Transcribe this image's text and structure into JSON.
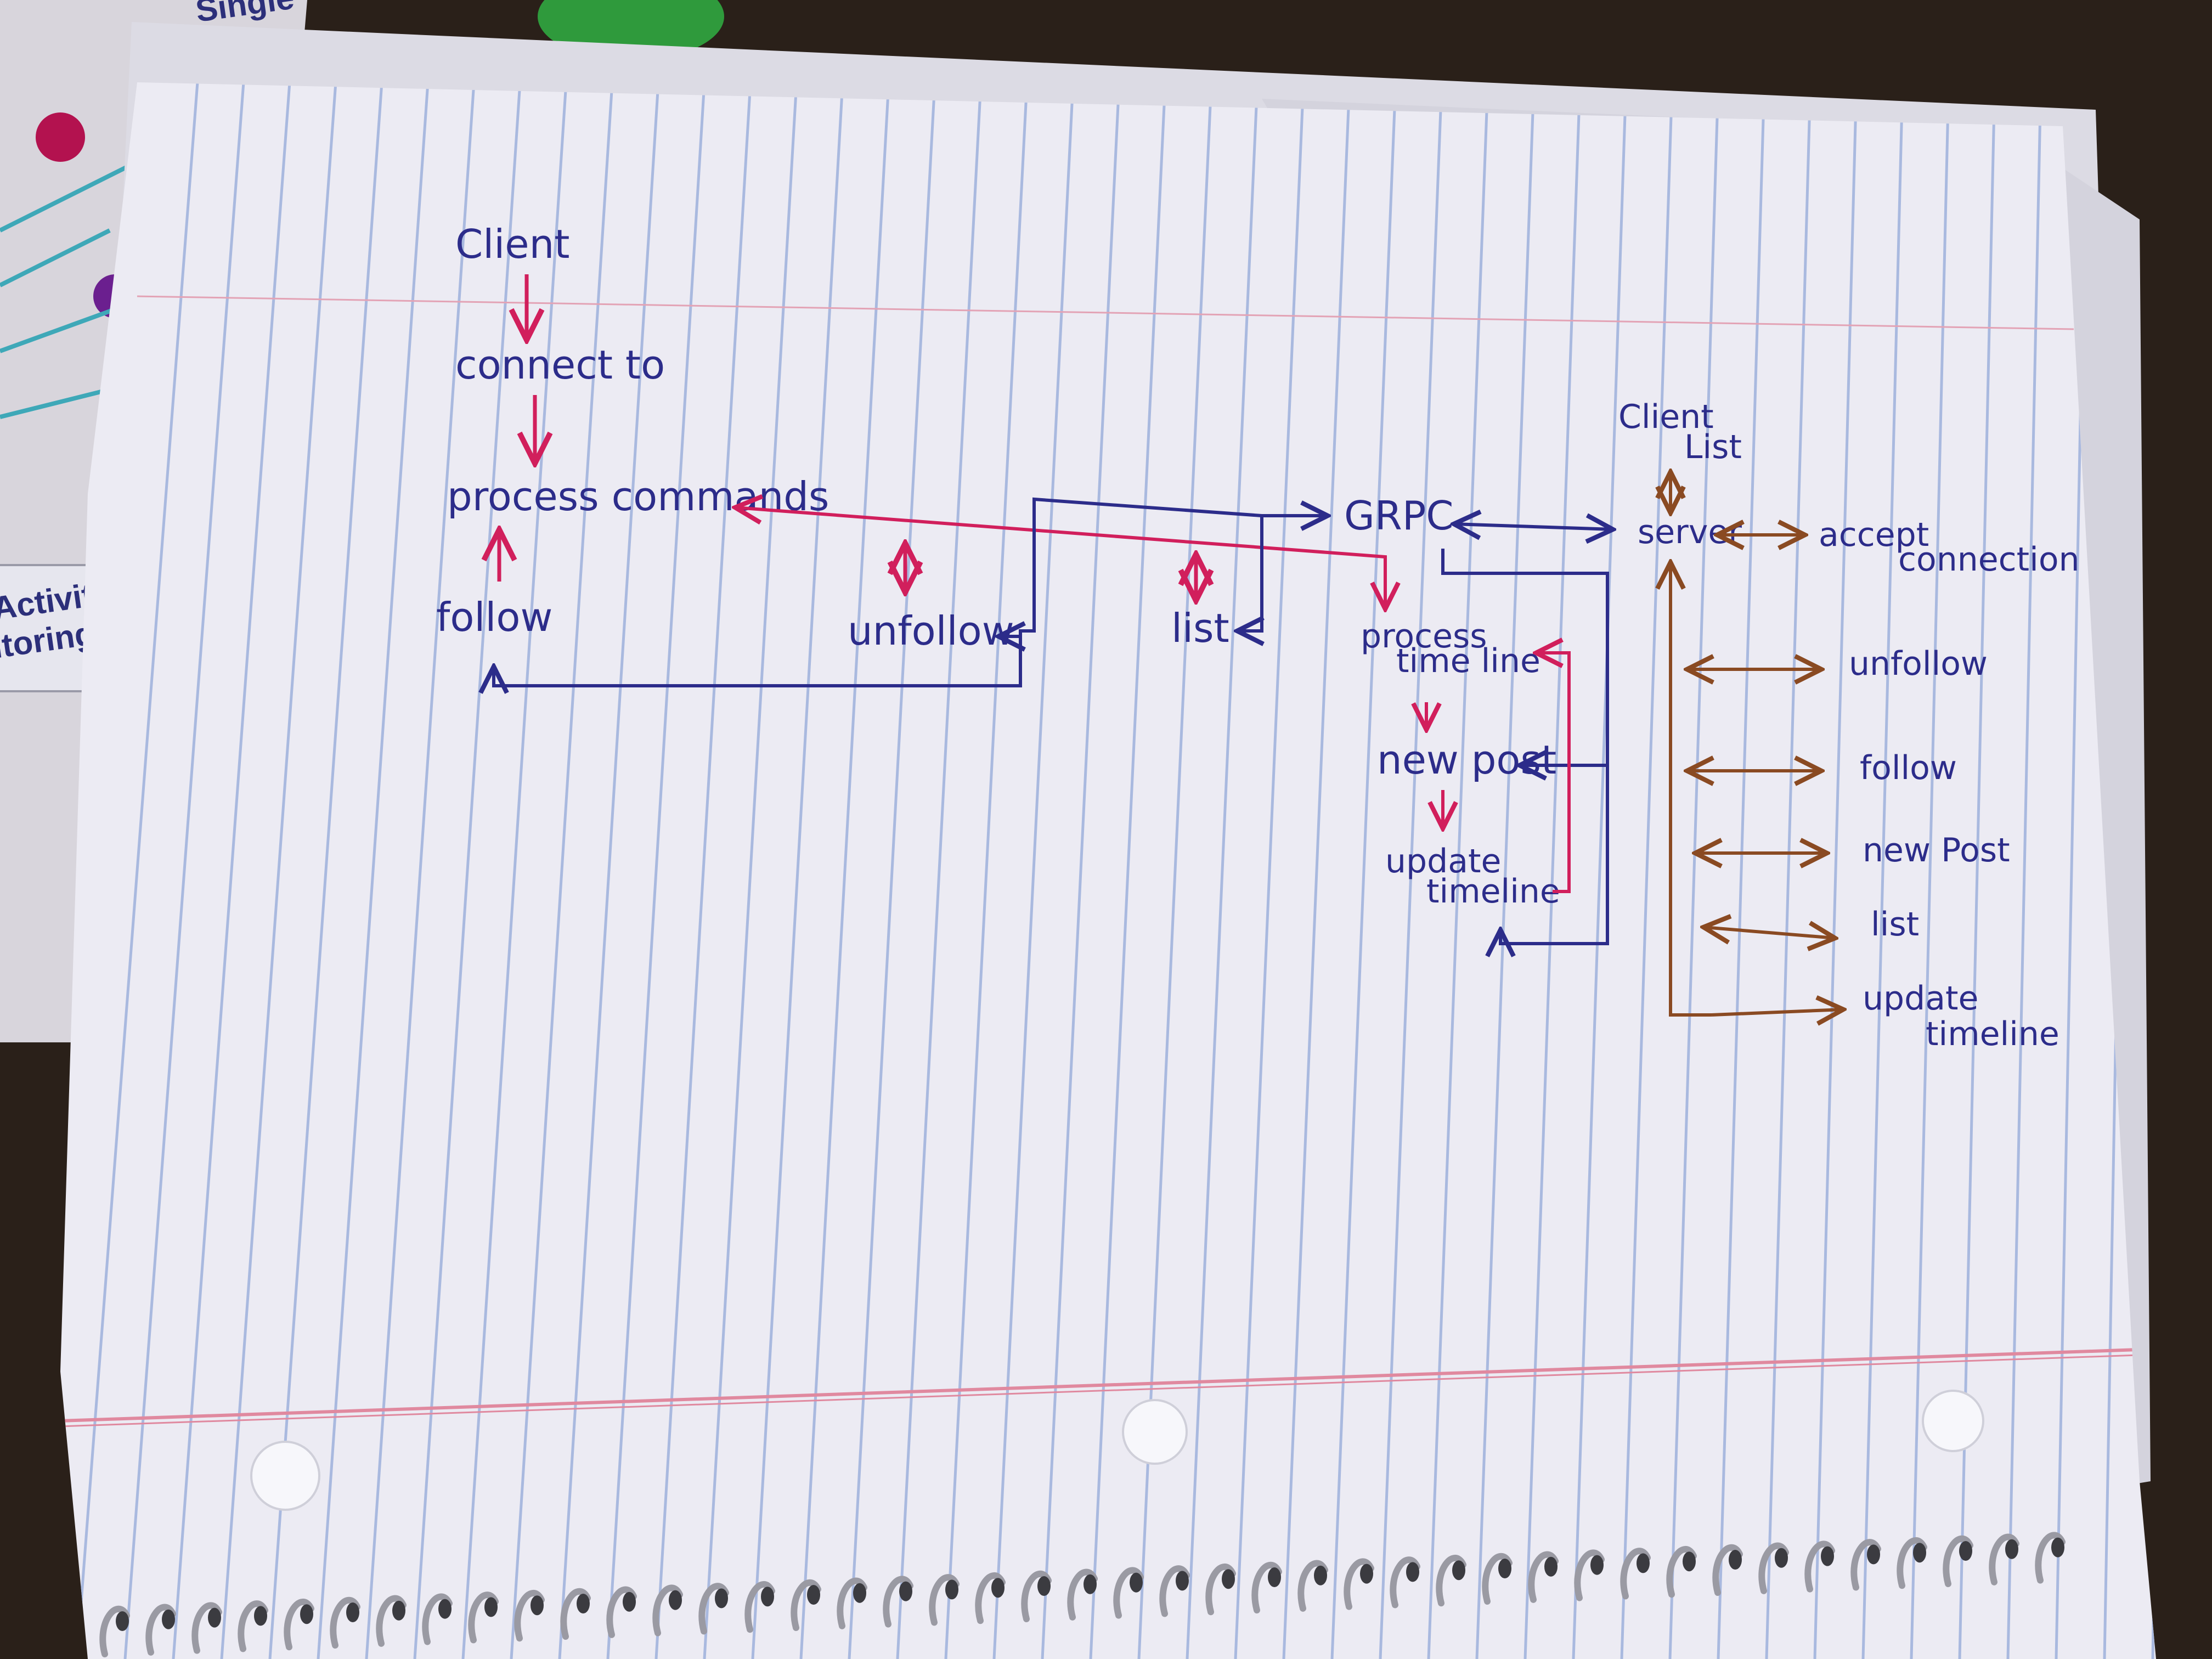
{
  "background_card": {
    "line1": "Activity",
    "line2": "itoring",
    "top_label": "Single"
  },
  "client": {
    "title": "Client",
    "connect": "connect to",
    "process": "process commands",
    "follow": "follow",
    "unfollow": "unfollow",
    "list": "list"
  },
  "middle": {
    "grpc": "GRPC",
    "process_timeline": [
      "process",
      "time line"
    ],
    "new_post": "new post",
    "update_timeline": [
      "update",
      "timeline"
    ]
  },
  "server": {
    "client_list": [
      "Client",
      "List"
    ],
    "server": "server",
    "accept": [
      "accept",
      "connection"
    ],
    "unfollow": "unfollow",
    "follow": "follow",
    "new_post": "new Post",
    "list": "list",
    "update_timeline": [
      "update",
      "timeline"
    ]
  },
  "colors": {
    "blue_ink": "#2c2c8a",
    "pink_ink": "#d11f5c",
    "brown_ink": "#8a4a22",
    "paper": "#ecebf3",
    "rule_blue": "#a9b9df",
    "margin_red": "#e0899f"
  }
}
